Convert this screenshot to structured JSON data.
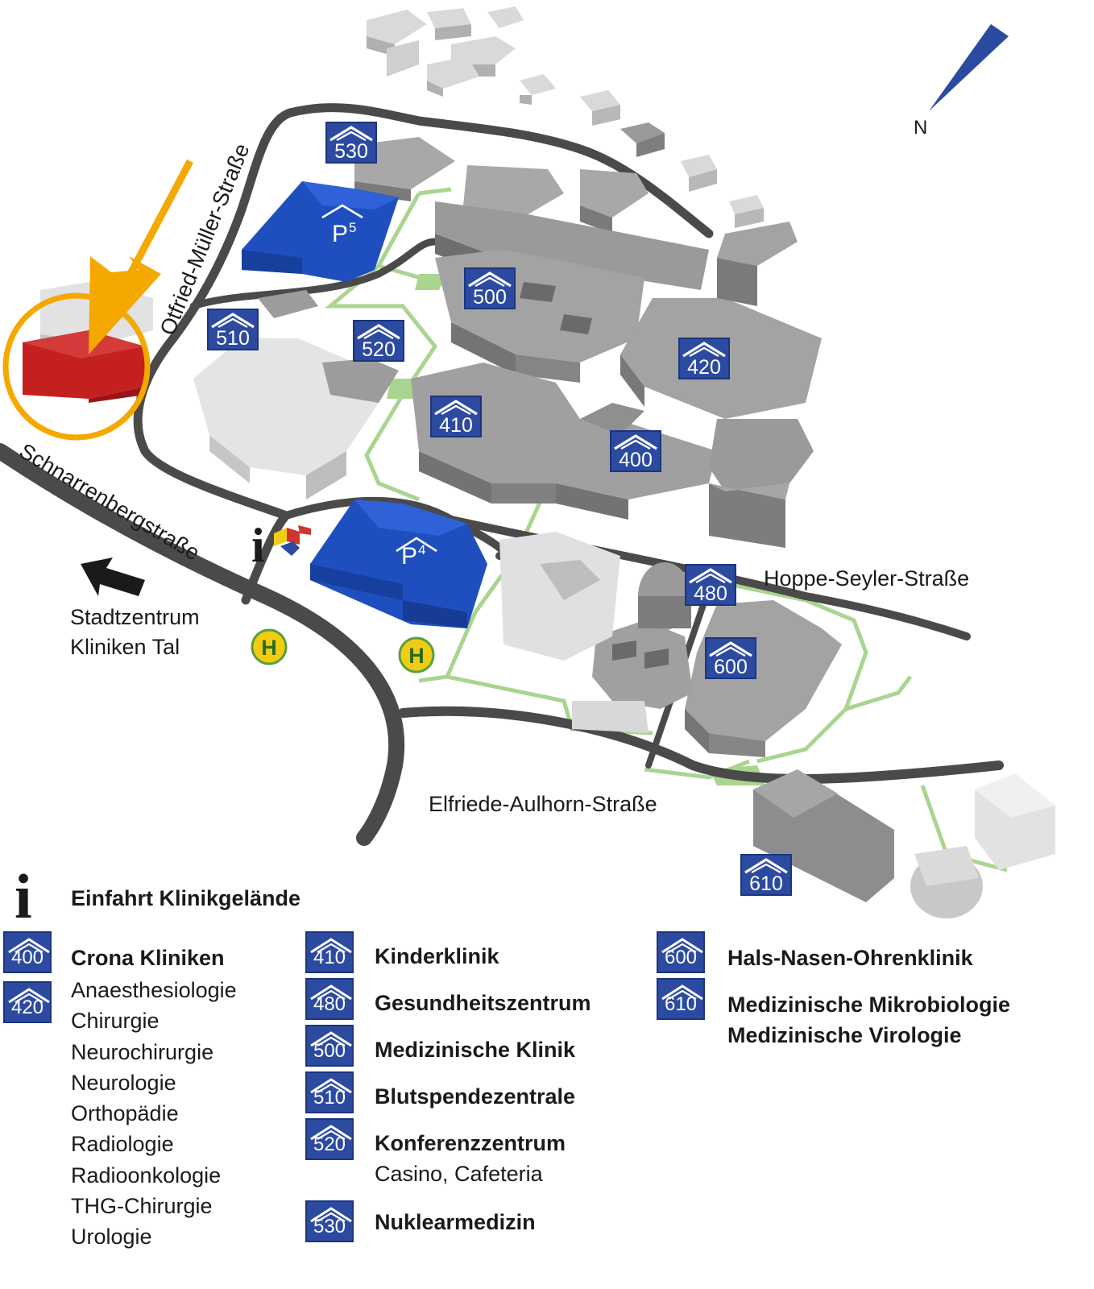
{
  "map": {
    "streets": {
      "otfried": "Otfried-Müller-Straße",
      "schnarrenberg": "Schnarrenbergstraße",
      "hoppe": "Hoppe-Seyler-Straße",
      "elfriede": "Elfriede-Aulhorn-Straße"
    },
    "direction": {
      "line1": "Stadtzentrum",
      "line2": "Kliniken Tal"
    },
    "north": "N",
    "parking": {
      "p4": "P",
      "p4_sub": "4",
      "p5": "P",
      "p5_sub": "5"
    },
    "bus_stop": "H",
    "building_badges": {
      "b530": "530",
      "b510": "510",
      "b520": "520",
      "b500": "500",
      "b420": "420",
      "b410": "410",
      "b400": "400",
      "b480": "480",
      "b600": "600",
      "b610": "610"
    },
    "colors": {
      "badge": "#2b4aa0",
      "parking": "#1f4fbf",
      "highlight": "#f5a800",
      "highlighted_building": "#c42020",
      "footpath": "#a9d590",
      "bus_stop": "#f2cc12"
    }
  },
  "legend": {
    "entrance": {
      "icon": "info-icon",
      "label": "Einfahrt Klinikgelände"
    },
    "col1": {
      "badge1": "400",
      "badge2": "420",
      "title": "Crona Kliniken",
      "items": [
        "Anaesthesiologie",
        "Chirurgie",
        "Neurochirurgie",
        "Neurologie",
        "Orthopädie",
        "Radiologie",
        "Radioonkologie",
        "THG-Chirurgie",
        "Urologie"
      ]
    },
    "col2": [
      {
        "badge": "410",
        "title": "Kinderklinik"
      },
      {
        "badge": "480",
        "title": "Gesundheitszentrum"
      },
      {
        "badge": "500",
        "title": "Medizinische Klinik"
      },
      {
        "badge": "510",
        "title": "Blutspendezentrale"
      },
      {
        "badge": "520",
        "title": "Konferenzzentrum",
        "sub": "Casino, Cafeteria"
      },
      {
        "badge": "530",
        "title": "Nuklearmedizin"
      }
    ],
    "col3": [
      {
        "badge": "600",
        "title": "Hals-Nasen-Ohrenklinik"
      },
      {
        "badge": "610",
        "title": "Medizinische Mikrobiologie",
        "title2": "Medizinische Virologie"
      }
    ]
  }
}
